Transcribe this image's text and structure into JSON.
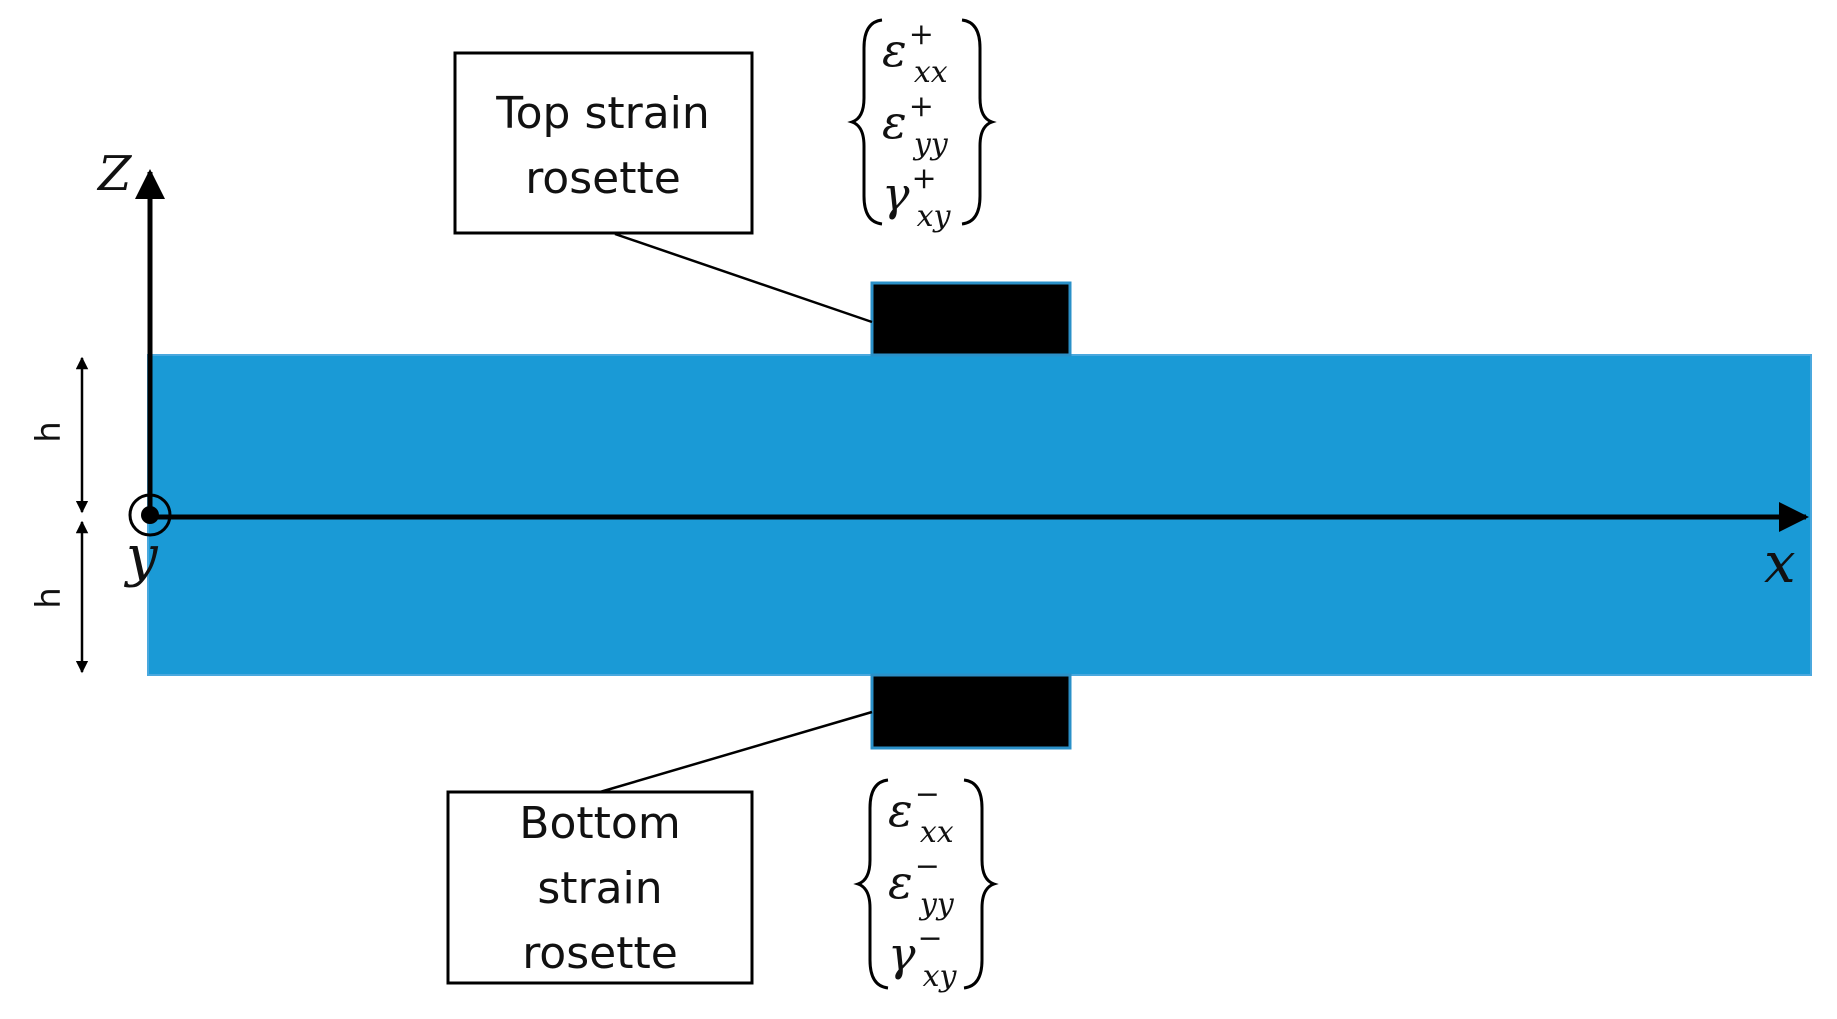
{
  "colors": {
    "plate": "#1a9ad6",
    "rosette": "#000000",
    "line": "#000000"
  },
  "axes": {
    "x_label": "x",
    "y_label": "y",
    "z_label": "Z"
  },
  "dimension": {
    "upper_label": "h",
    "lower_label": "h"
  },
  "top_rosette": {
    "label_line1": "Top strain",
    "label_line2": "rosette",
    "strains": [
      {
        "symbol": "ε",
        "sup": "+",
        "sub": "xx"
      },
      {
        "symbol": "ε",
        "sup": "+",
        "sub": "yy"
      },
      {
        "symbol": "γ",
        "sup": "+",
        "sub": "xy"
      }
    ]
  },
  "bottom_rosette": {
    "label_line1": "Bottom",
    "label_line2": "strain",
    "label_line3": "rosette",
    "strains": [
      {
        "symbol": "ε",
        "sup": "−",
        "sub": "xx"
      },
      {
        "symbol": "ε",
        "sup": "−",
        "sub": "yy"
      },
      {
        "symbol": "γ",
        "sup": "−",
        "sub": "xy"
      }
    ]
  }
}
